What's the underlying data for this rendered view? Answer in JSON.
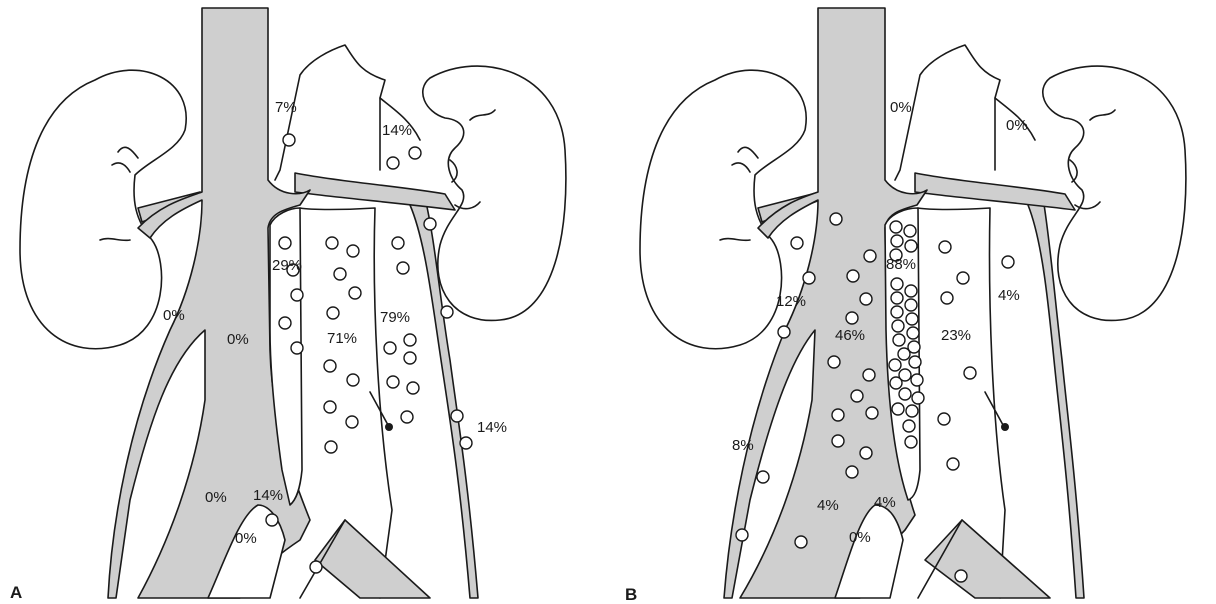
{
  "panels": [
    {
      "label": "A",
      "percentages": [
        "7%",
        "14%",
        "29%",
        "0%",
        "0%",
        "71%",
        "79%",
        "14%",
        "0%",
        "14%",
        "0%"
      ]
    },
    {
      "label": "B",
      "percentages": [
        "0%",
        "0%",
        "88%",
        "12%",
        "46%",
        "23%",
        "4%",
        "8%",
        "4%",
        "4%",
        "0%"
      ]
    }
  ]
}
